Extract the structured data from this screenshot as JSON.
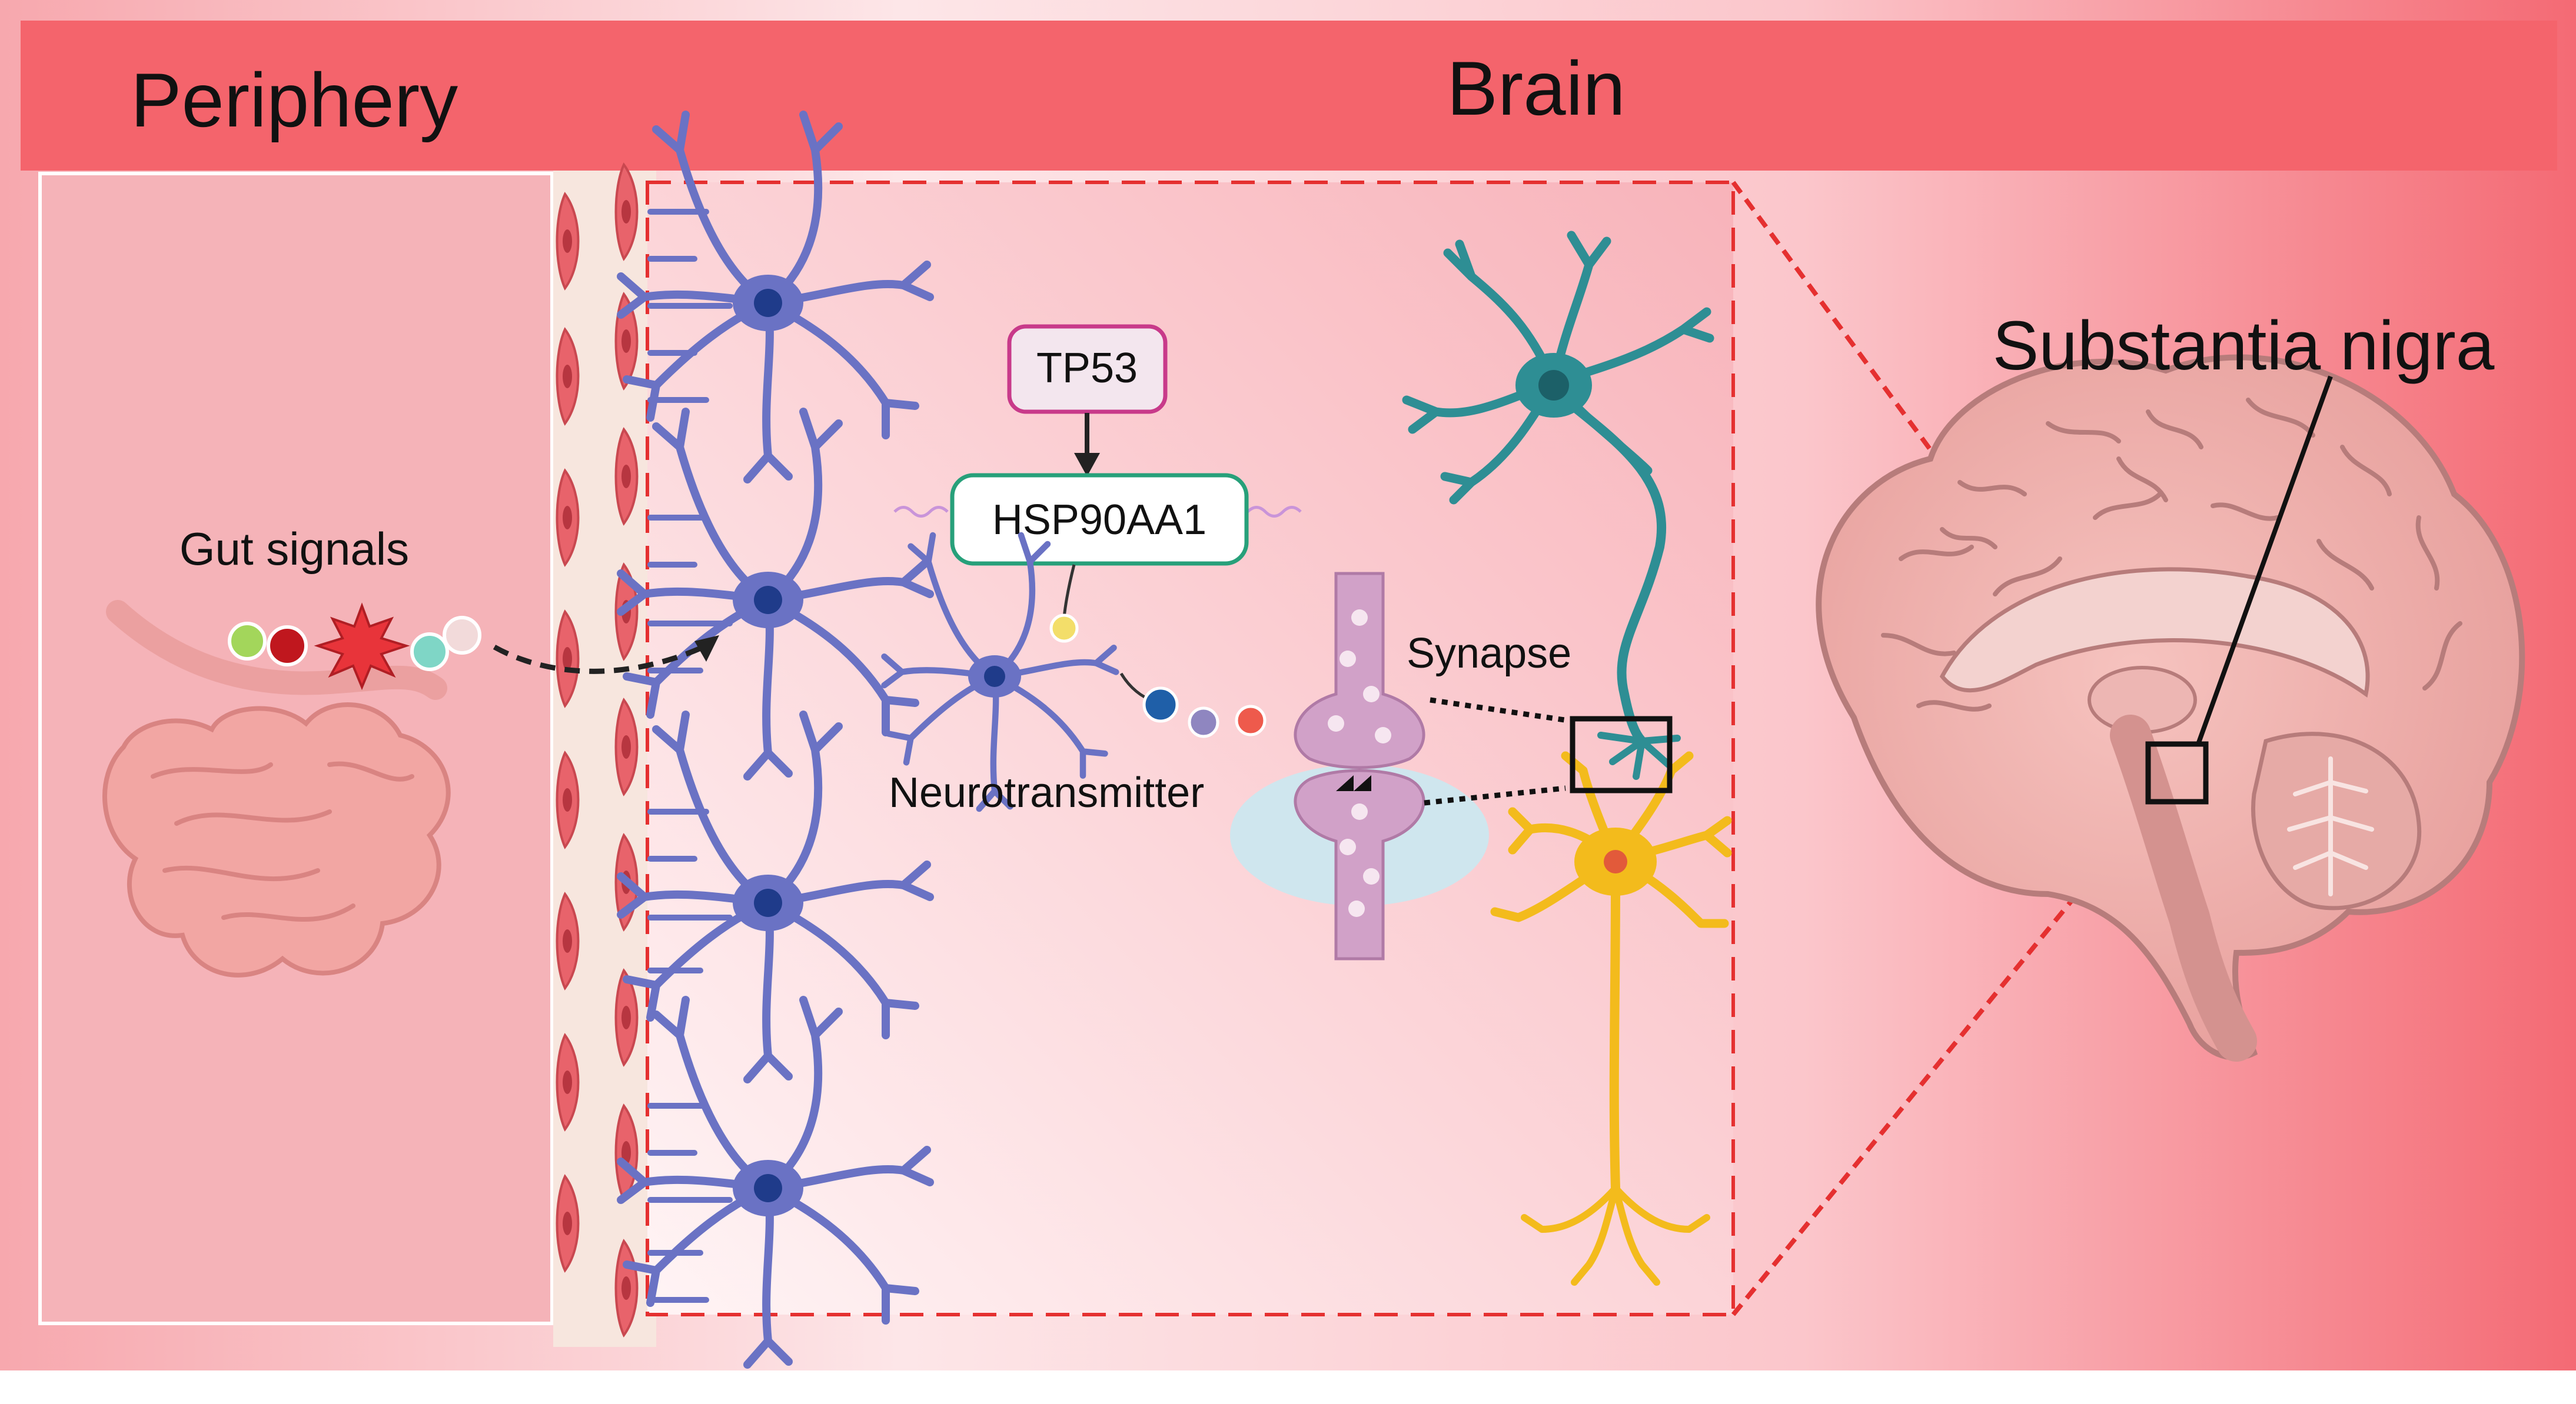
{
  "header": {
    "left_title": "Periphery",
    "right_title": "Brain"
  },
  "labels": {
    "gut_signals": "Gut signals",
    "tp53": "TP53",
    "hsp90aa1": "HSP90AA1",
    "neurotransmitter": "Neurotransmitter",
    "synapse": "Synapse",
    "substantia_nigra": "Substantia nigra"
  },
  "colors": {
    "header_band": "#f4646c",
    "brain_background": "#fbc3c8",
    "periphery_panel": "#f5b3b8",
    "blood_brain_barrier": "#f7e6de",
    "endothelial_cell": "#e8636b",
    "astrocyte": "#6a72c4",
    "teal_neuron": "#2e8e94",
    "yellow_neuron": "#f3bb1c",
    "synaptic_terminal": "#c88ab8",
    "tp53_border": "#c83a8a",
    "hsp90aa1_border": "#27a07a",
    "zoom_dashes": "#e53030"
  },
  "icons": [
    "gut-icon",
    "signal-molecules-icon",
    "astrocyte-icon",
    "neuron-icon",
    "synapse-icon",
    "brain-sagittal-icon"
  ]
}
